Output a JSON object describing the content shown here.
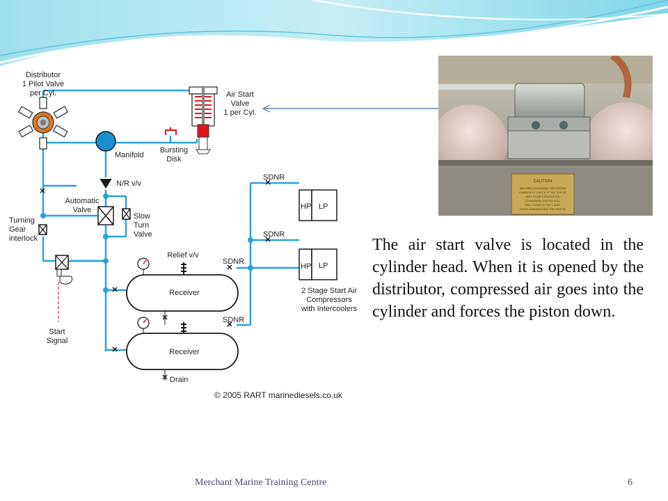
{
  "diagram": {
    "labels": {
      "distributor": [
        "Distributor",
        "1 Pilot Valve",
        "per Cyl."
      ],
      "air_start_valve": [
        "Air Start",
        "Valve",
        "1 per Cyl."
      ],
      "manifold": "Manifold",
      "bursting_disk": [
        "Bursting",
        "Disk"
      ],
      "nr_valve": "N/R v/v",
      "automatic_valve": [
        "Automatic",
        "Valve"
      ],
      "slow_turn_valve": [
        "Slow",
        "Turn",
        "Valve"
      ],
      "turning_gear_interlock": [
        "Turning",
        "Gear",
        "interlock"
      ],
      "relief_valve": "Relief v/v",
      "receiver": "Receiver",
      "drain": "Drain",
      "start_signal": [
        "Start",
        "Signal"
      ],
      "sdnr": "SDNR",
      "hp": "HP",
      "lp": "LP",
      "compressors": [
        "2 Stage Start Air",
        "Compressors",
        "with Intercoolers"
      ],
      "copyright": "© 2005 RART marinediesels.co.uk"
    },
    "colors": {
      "pipe": "#29a3d9",
      "valve_red": "#e0141e",
      "signal": "#d23b3b"
    }
  },
  "photo": {
    "plate_title": "CAUTION",
    "plate_lines": [
      "BEFORE LOOSENING THE PISTON",
      "CAREFULLY CHECK IF THE TOP OF",
      "UNIT TO BE DISMANTLED",
      "OTHERWISE PISTON WILL",
      "FALL DOWN IN THE LINER",
      "WHEN DISMANTLING THE PISTON"
    ]
  },
  "caption": {
    "text": "The air start valve is located in the cylinder head. When it is opened by  the distributor, compressed air goes into the cylinder and forces the piston down."
  },
  "footer": {
    "text": "Merchant Marine Training Centre",
    "page": "6"
  }
}
